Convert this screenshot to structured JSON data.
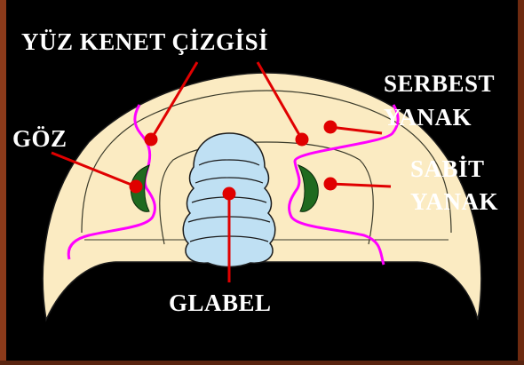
{
  "diagram": {
    "labels": {
      "facial_suture": "YÜZ KENET ÇİZGİSİ",
      "eye": "GÖZ",
      "free_cheek_line1": "SERBEST",
      "free_cheek_line2": "YANAK",
      "fixed_cheek_line1": "SABİT",
      "fixed_cheek_line2": "YANAK",
      "glabella": "GLABEL"
    },
    "colors": {
      "background": "#000000",
      "frame_left": "#8b3a1a",
      "frame_right": "#6e2a10",
      "cephalon_fill": "#fbebc2",
      "glabella_fill": "#bfe0f3",
      "suture_line": "#ff00ff",
      "eye_fill": "#1f6a1f",
      "pointer": "#e00000",
      "outline": "#1a1a1a",
      "text": "#ffffff"
    }
  }
}
